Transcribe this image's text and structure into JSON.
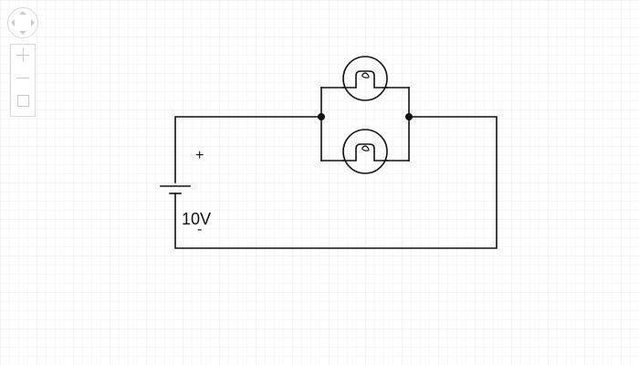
{
  "circuit": {
    "battery_voltage": "10V",
    "positive_sign": "+",
    "negative_sign": "-",
    "components": [
      {
        "kind": "battery",
        "label": "10V"
      },
      {
        "kind": "lamp",
        "position": "top"
      },
      {
        "kind": "lamp",
        "position": "bottom"
      }
    ],
    "wire_color": "#111111"
  },
  "canvas": {
    "grid": true,
    "grid_color": "#ececec"
  },
  "controls": {
    "pan_icon": "pan-arrows-icon",
    "zoom_in_icon": "plus-icon",
    "zoom_out_icon": "minus-icon",
    "fit_icon": "square-icon"
  }
}
